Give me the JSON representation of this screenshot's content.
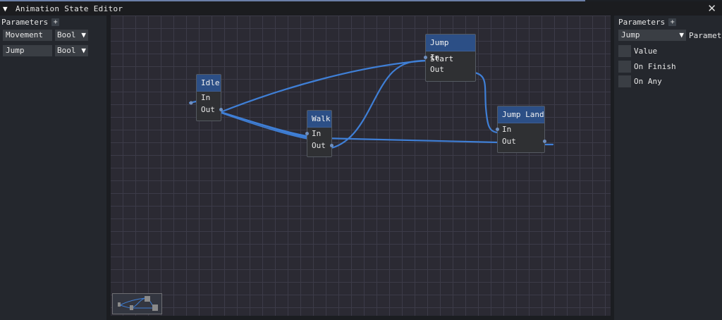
{
  "window": {
    "title": "Animation State Editor"
  },
  "left_panel": {
    "header": "Parameters",
    "add_label": "+",
    "params": [
      {
        "name": "Movement",
        "type": "Bool"
      },
      {
        "name": "Jump",
        "type": "Bool"
      }
    ]
  },
  "right_panel": {
    "header": "Parameters",
    "add_label": "+",
    "selected_param": "Jump",
    "selected_label": "Paramet",
    "options": [
      "Value",
      "On Finish",
      "On Any"
    ]
  },
  "nodes": [
    {
      "id": "idle",
      "title": "Idle",
      "in_label": "In",
      "out_label": "Out"
    },
    {
      "id": "walk",
      "title": "Walk",
      "in_label": "In",
      "out_label": "Out"
    },
    {
      "id": "jump_start",
      "title": "Jump Start",
      "in_label": "In",
      "out_label": "Out"
    },
    {
      "id": "jump_land",
      "title": "Jump Land",
      "in_label": "In",
      "out_label": "Out"
    }
  ],
  "icons": {
    "collapse": "collapse-triangle-icon",
    "close": "close-icon",
    "dropdown": "dropdown-arrow-icon"
  },
  "colors": {
    "node_header": "#2c4f86",
    "wire": "#3f7fd6",
    "canvas": "#2b2a33"
  }
}
